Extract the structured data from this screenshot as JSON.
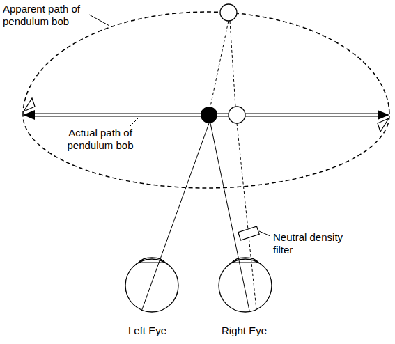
{
  "diagram": {
    "labels": [
      "Apparent path of pendulum bob",
      "Actual path of pendulum bob",
      "Neutral density filter",
      "Left Eye",
      "Right Eye"
    ]
  }
}
